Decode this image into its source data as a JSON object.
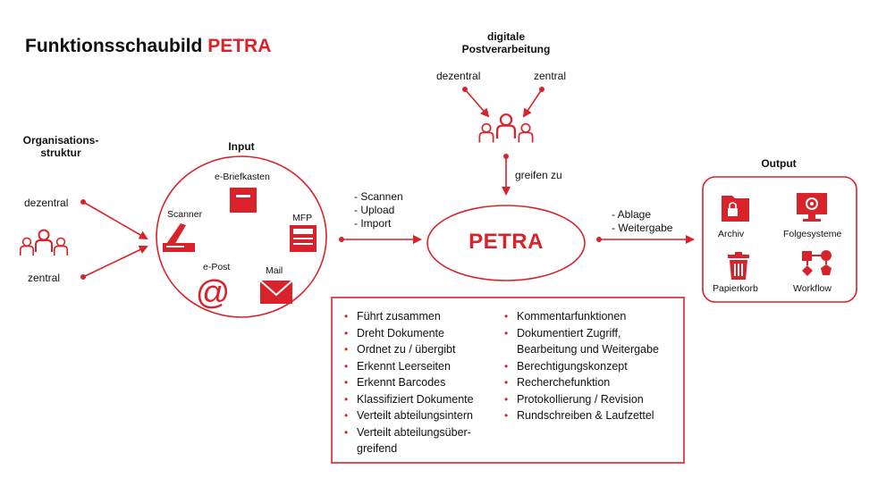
{
  "title": {
    "prefix": "Funktionsschaubild",
    "accent": "PETRA"
  },
  "org": {
    "header": "Organisations-\nstruktur",
    "dezentral": "dezentral",
    "zentral": "zentral"
  },
  "input": {
    "header": "Input",
    "items": {
      "briefkasten": "e-Briefkasten",
      "scanner": "Scanner",
      "mfp": "MFP",
      "epost": "e-Post",
      "mail": "Mail"
    }
  },
  "methods": [
    "- Scannen",
    "- Upload",
    "- Import"
  ],
  "top": {
    "header": "digitale\nPostverarbeitung",
    "dezentral": "dezentral",
    "zentral": "zentral",
    "access": "greifen zu"
  },
  "center": {
    "label": "PETRA"
  },
  "output_methods": [
    "- Ablage",
    "- Weitergabe"
  ],
  "output": {
    "header": "Output",
    "items": {
      "archiv": "Archiv",
      "folgesysteme": "Folgesysteme",
      "papierkorb": "Papierkorb",
      "workflow": "Workflow"
    }
  },
  "features_left": [
    "Führt zusammen",
    "Dreht Dokumente",
    "Ordnet zu / übergibt",
    "Erkennt Leerseiten",
    "Erkennt Barcodes",
    "Klassifiziert Dokumente",
    "Verteilt abteilungsintern",
    "Verteilt abteilungsüber-\ngreifend"
  ],
  "features_right": [
    "Kommentarfunktionen",
    "Dokumentiert Zugriff,\nBearbeitung und Weitergabe",
    "Berechtigungskonzept",
    "Recherchefunktion",
    "Protokollierung / Revision",
    "Rundschreiben & Laufzettel"
  ],
  "colors": {
    "accent": "#d8232a",
    "text": "#111111"
  },
  "icons": [
    "people-icon",
    "mailbox-icon",
    "scanner-icon",
    "printer-icon",
    "at-icon",
    "envelope-icon",
    "folder-lock-icon",
    "monitor-gear-icon",
    "trash-icon",
    "workflow-icon"
  ]
}
